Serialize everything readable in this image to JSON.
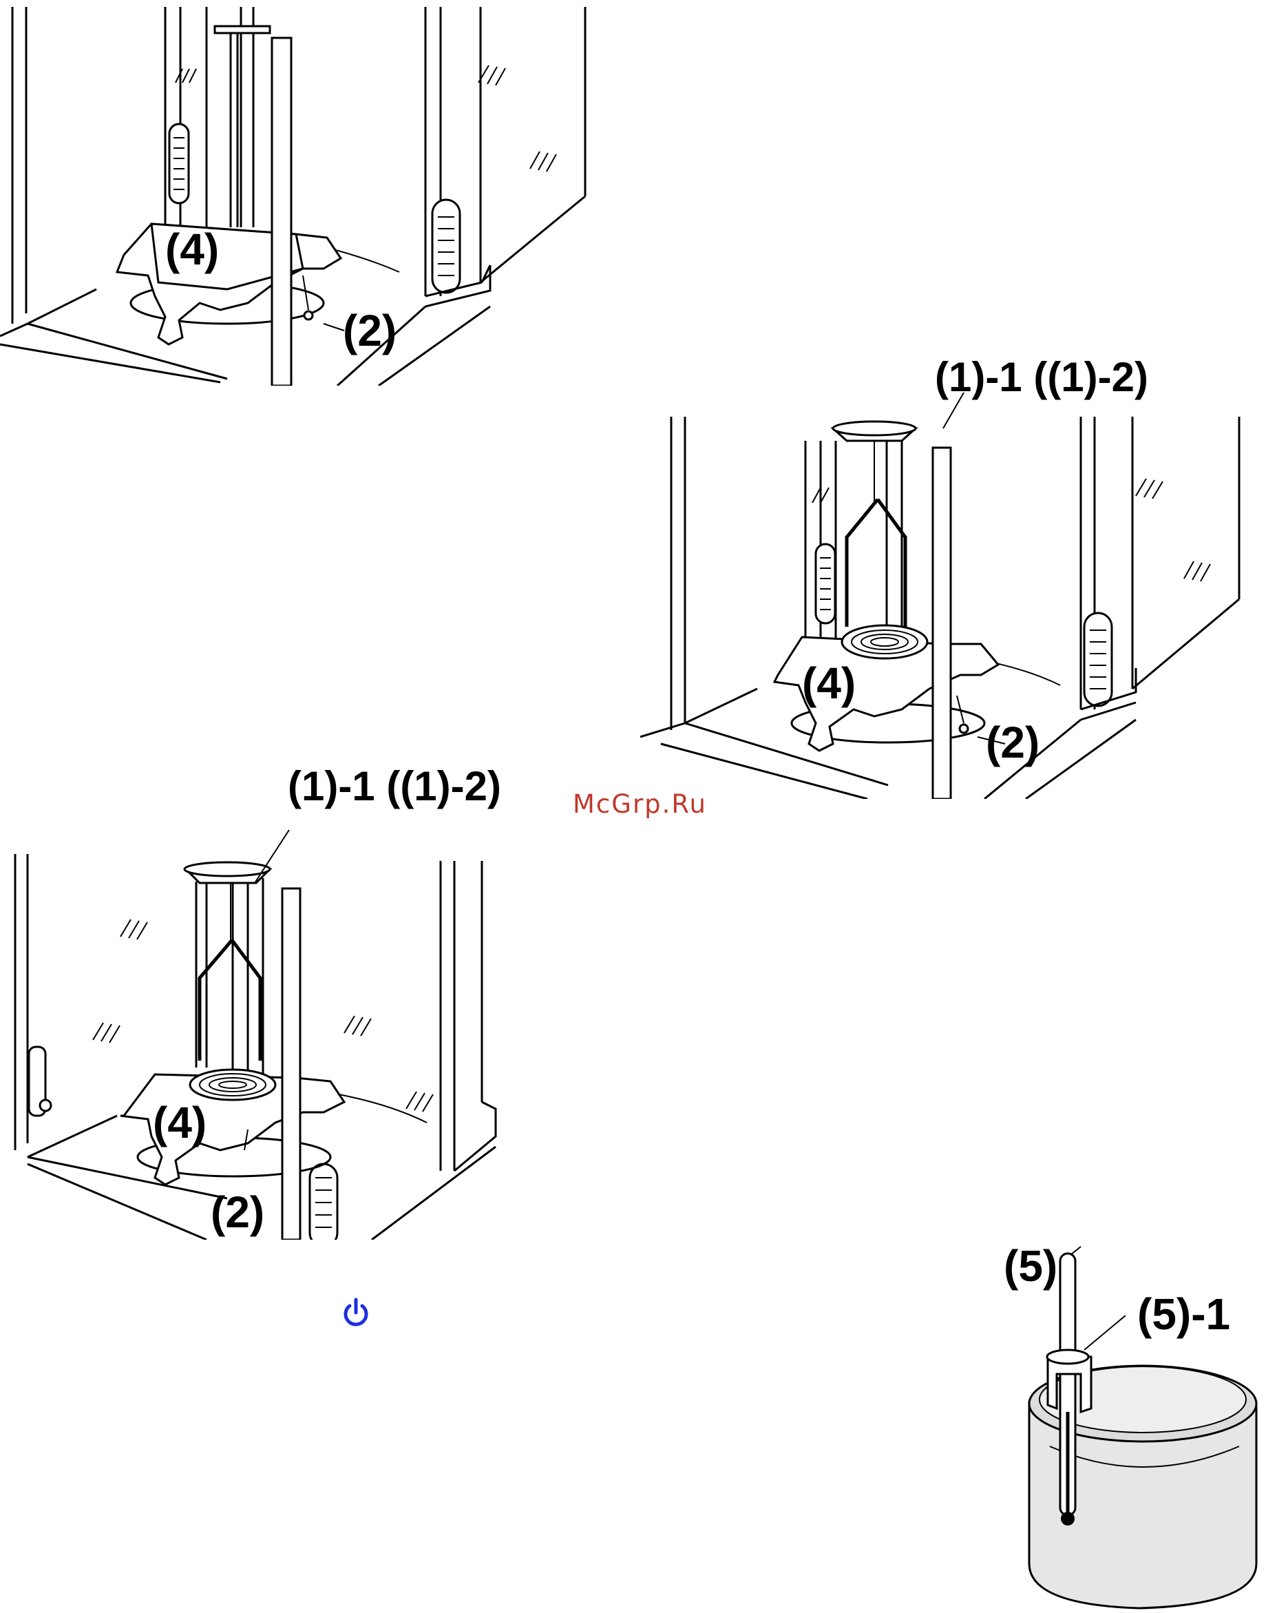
{
  "watermark": {
    "text": "McGrp.Ru",
    "color": "#c0392b"
  },
  "figure1": {
    "callouts": {
      "pan_support": "(4)",
      "screw": "(2)"
    }
  },
  "figure2": {
    "callouts": {
      "pan": "(1)-1 ((1)-2)",
      "pan_support": "(4)",
      "screw": "(2)"
    }
  },
  "figure3": {
    "callouts": {
      "pan": "(1)-1 ((1)-2)",
      "pan_support": "(4)",
      "screw": "(2)"
    }
  },
  "figure4": {
    "callouts": {
      "thermometer": "(5)",
      "holder": "(5)-1"
    }
  },
  "power_icon": {
    "name": "power-icon",
    "color": "#1f2ee0"
  }
}
